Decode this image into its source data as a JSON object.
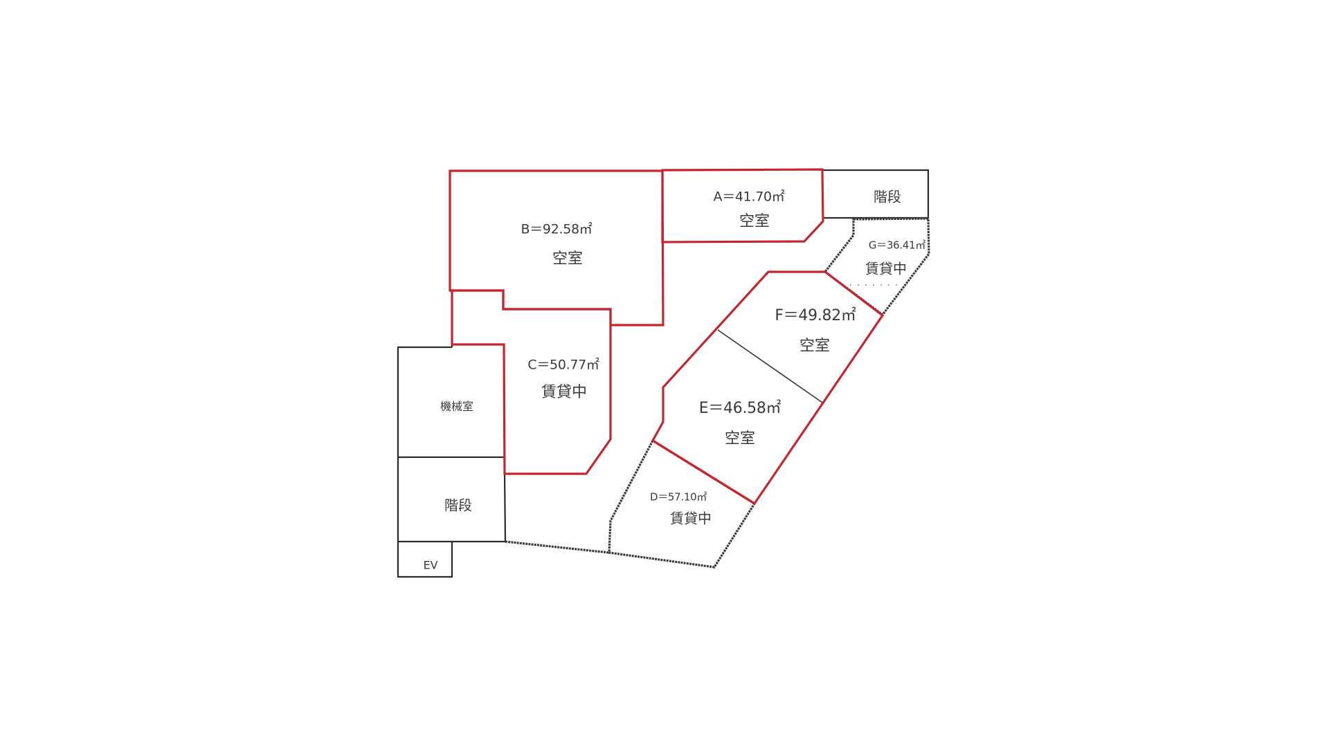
{
  "floorplan": {
    "units": [
      {
        "id": "A",
        "area_label": "A＝41.70㎡",
        "area_value": 41.7,
        "status": "空室",
        "outline_color": "#c4262e"
      },
      {
        "id": "B",
        "area_label": "B＝92.58㎡",
        "area_value": 92.58,
        "status": "空室",
        "outline_color": "#c4262e"
      },
      {
        "id": "C",
        "area_label": "C＝50.77㎡",
        "area_value": 50.77,
        "status": "賃貸中",
        "outline_color": "#c4262e"
      },
      {
        "id": "D",
        "area_label": "D＝57.10㎡",
        "area_value": 57.1,
        "status": "賃貸中",
        "outline_color": "#2a2a2a"
      },
      {
        "id": "E",
        "area_label": "E＝46.58㎡",
        "area_value": 46.58,
        "status": "空室",
        "outline_color": "#c4262e"
      },
      {
        "id": "F",
        "area_label": "F＝49.82㎡",
        "area_value": 49.82,
        "status": "空室",
        "outline_color": "#c4262e"
      },
      {
        "id": "G",
        "area_label": "G＝36.41㎡",
        "area_value": 36.41,
        "status": "賃貸中",
        "outline_color": "#2a2a2a"
      }
    ],
    "common_areas": {
      "stairs_top": "階段",
      "machine_room": "機械室",
      "stairs_bottom": "階段",
      "elevator": "EV"
    },
    "legend_colors": {
      "vacant_outline": "#c4262e",
      "wall": "#2a2a2a"
    }
  }
}
